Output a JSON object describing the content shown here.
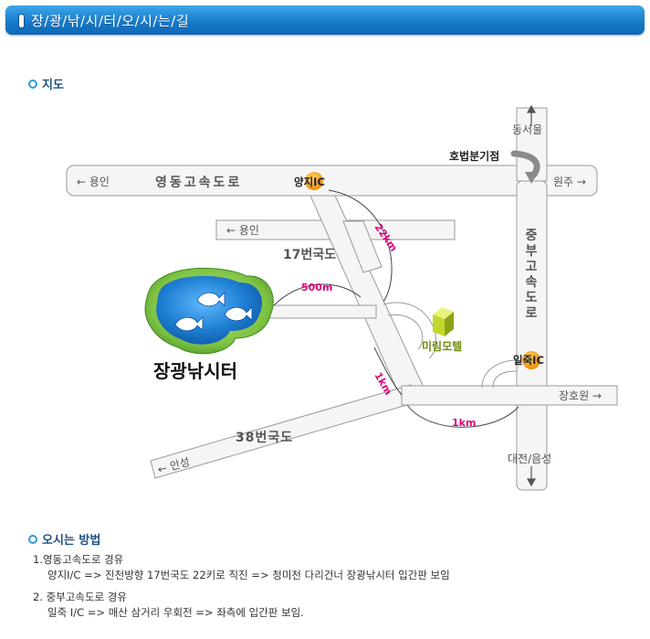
{
  "header": {
    "title": "장/광/낚/시/터/오/시/는/길"
  },
  "map_section": {
    "title": "지도"
  },
  "map": {
    "roads": {
      "yeongdong_label": "영동고속도로",
      "jungbu_label": "중부고속도로",
      "route17_label": "17번국도",
      "route38_label": "38번국도"
    },
    "directions": {
      "yongin_top": "← 용인",
      "yongin_mid": "← 용인",
      "wonju": "원주 →",
      "dongseoul": "동서울",
      "daejeon": "대전/음성",
      "janghowon": "장호원 →",
      "anseong": "← 안성"
    },
    "places": {
      "hobeop_junction": "호법분기점",
      "yangji_ic": "양지IC",
      "iljuk_ic": "일죽IC",
      "pond_name": "장광낚시터",
      "motel": "미림모텔"
    },
    "distances": {
      "d22": "22km",
      "d500": "500m",
      "d1a": "1km",
      "d1b": "1km"
    },
    "colors": {
      "road_fill": "#f5f5f5",
      "road_stroke": "#9a9a9a",
      "ic_orange": "#f7941d",
      "distance_pink": "#e2007a",
      "pond_green": "#7dc142",
      "pond_blue": "#1e7fd2"
    }
  },
  "how_to_come": {
    "title": "오시는 방법",
    "routes": [
      {
        "title": "1.영동고속도로 경유",
        "detail": "양지I/C => 진천방향 17번국도 22키로 직진 => 청미천 다리건너 장광낚시터 입간판 보임"
      },
      {
        "title": "2. 중부고속도로 경유",
        "detail": "일죽 I/C => 매산 삼거리 우회전 => 좌측에 입간판 보임."
      }
    ]
  }
}
